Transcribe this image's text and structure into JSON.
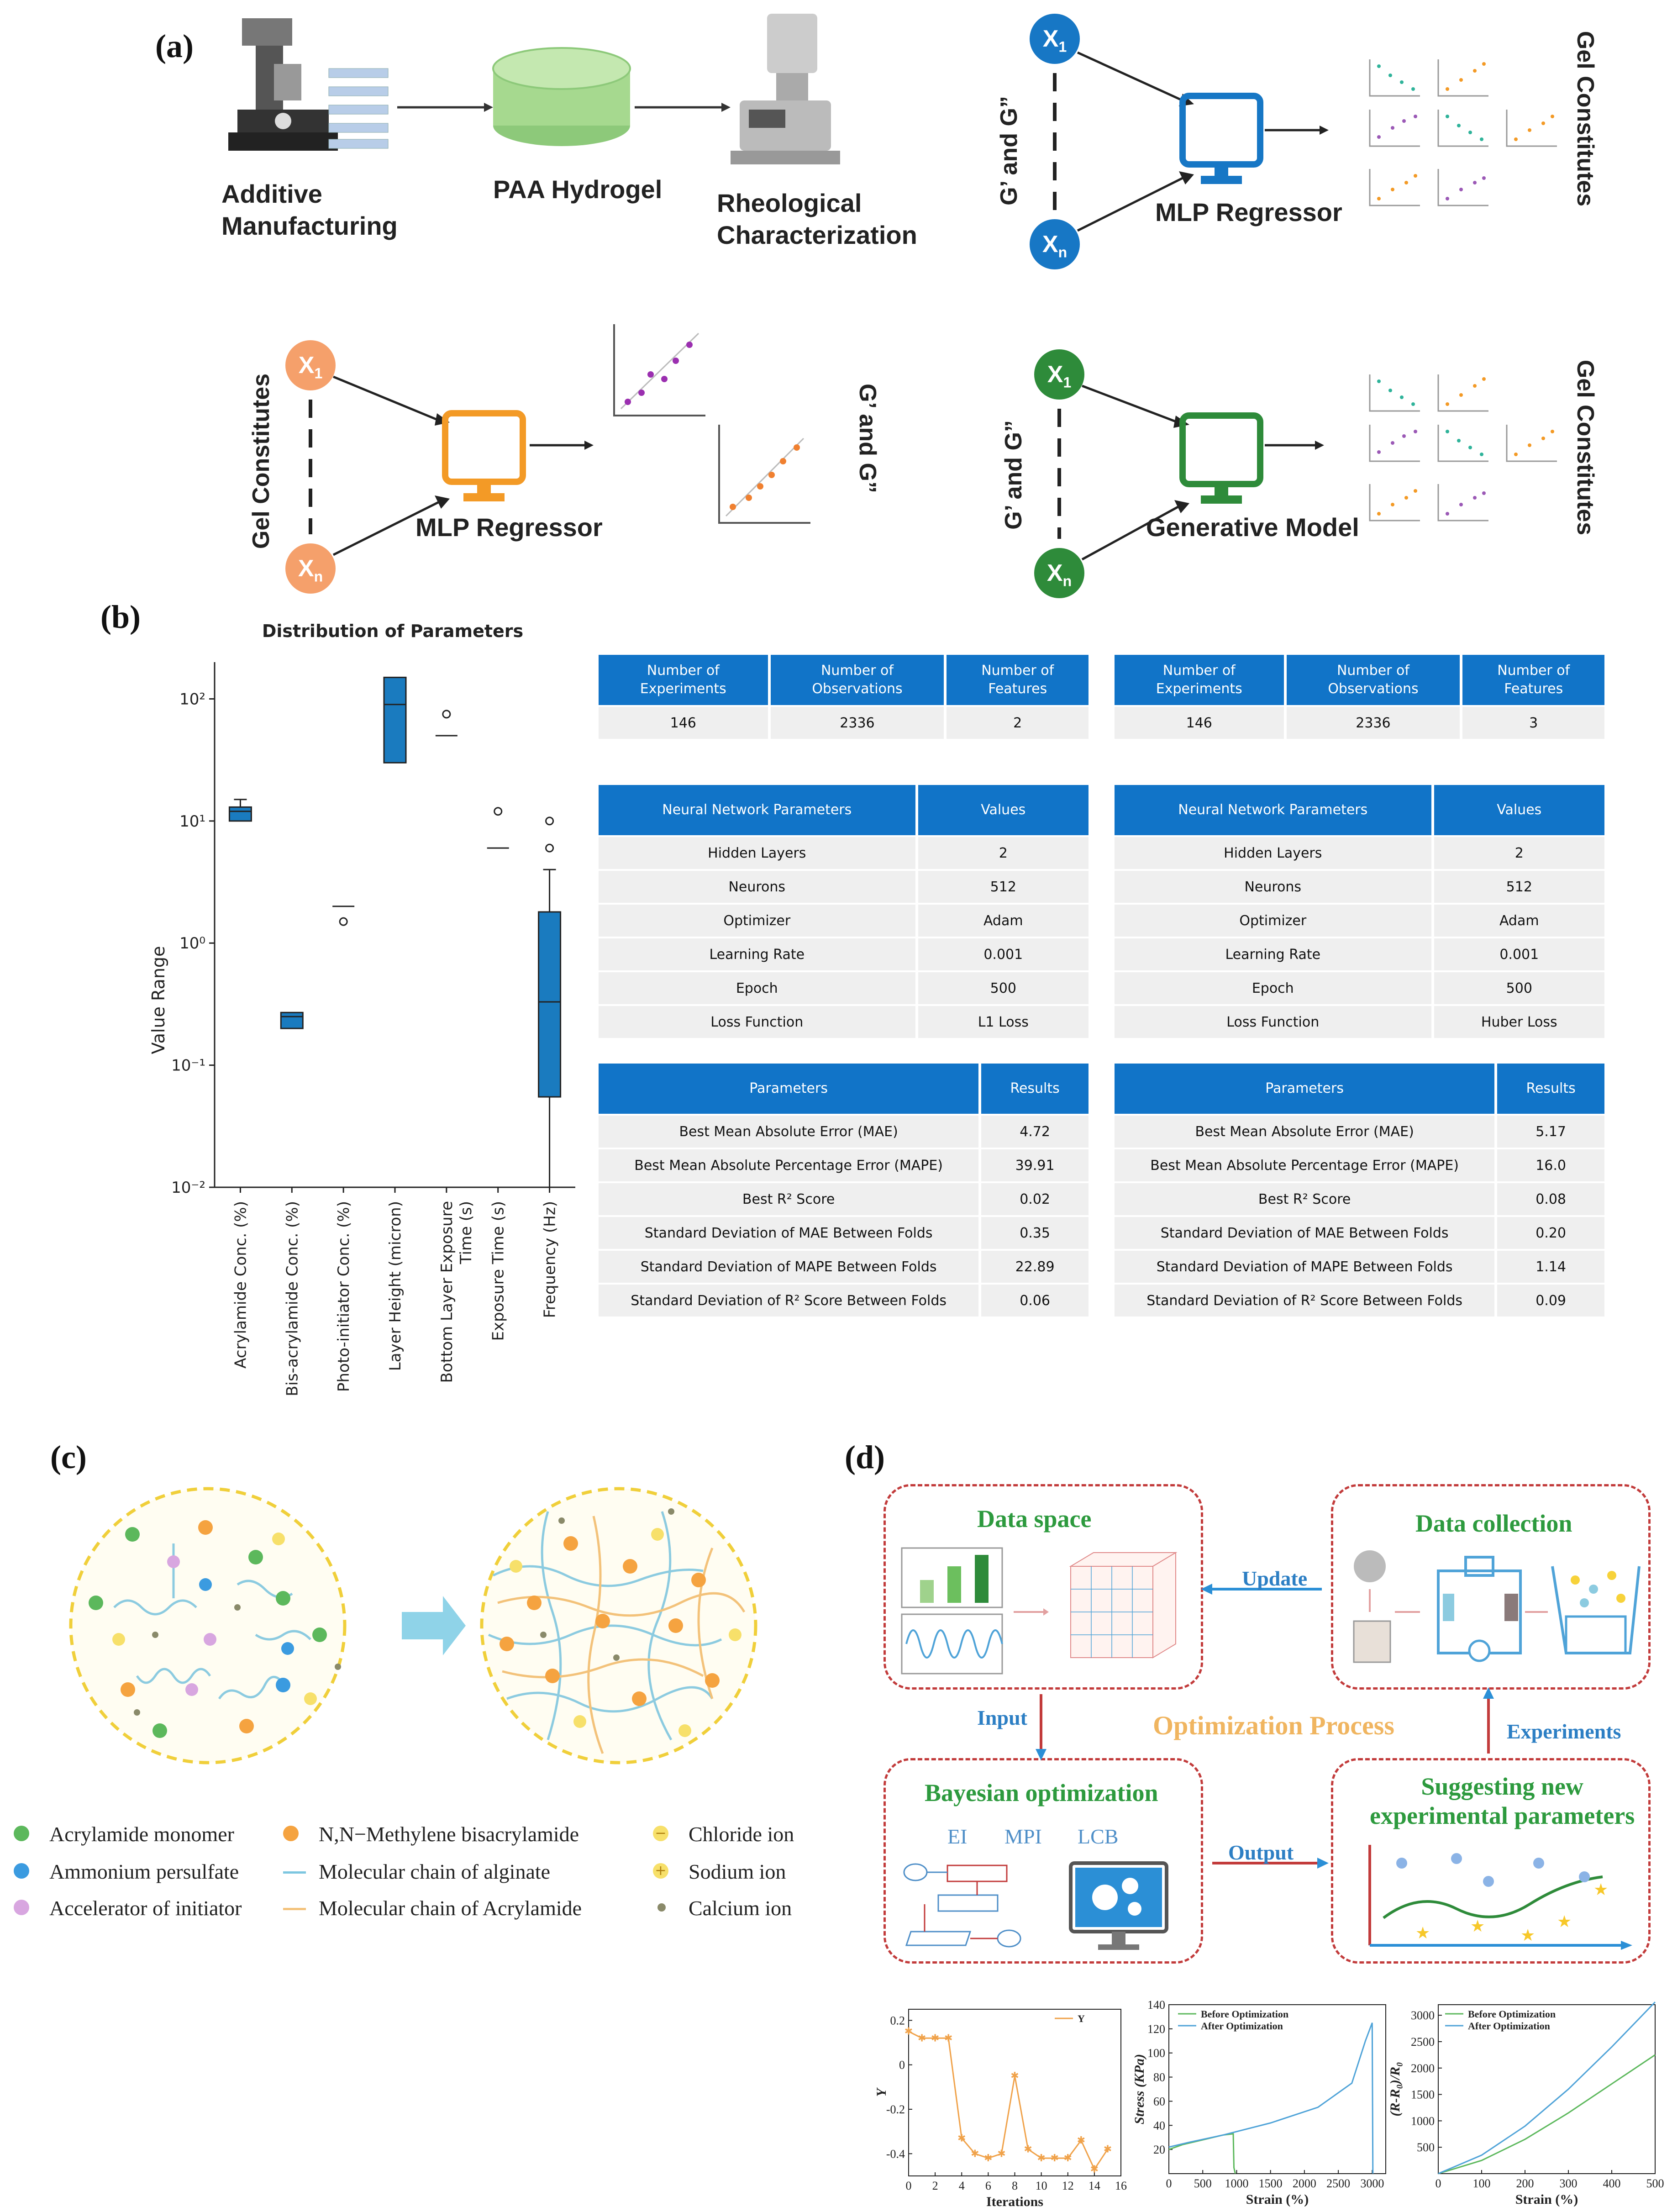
{
  "panels": {
    "a": "(a)",
    "b": "(b)",
    "c": "(c)",
    "d": "(d)"
  },
  "panel_a": {
    "step1": [
      "Additive",
      "Manufacturing"
    ],
    "step2": "PAA Hydrogel",
    "step3": [
      "Rheological",
      "Characterization"
    ],
    "node_top": "X",
    "node_top_sub": "1",
    "node_bottom": "X",
    "node_bottom_sub": "n",
    "g_label": "G’ and G”",
    "gel_label": "Gel Constitutes",
    "mlp_label": "MLP Regressor",
    "gen_label": "Generative Model",
    "colors": {
      "blue": "#1777c5",
      "orange": "#f5a06b",
      "green": "#2e8b3a",
      "monitor_orange": "#f39a26"
    }
  },
  "panel_b": {
    "table1": {
      "headers": [
        "Number of Experiments",
        "Number of Observations",
        "Number of Features"
      ],
      "values": [
        "146",
        "2336",
        "2"
      ]
    },
    "table2": {
      "headers": [
        "Number of Experiments",
        "Number of Observations",
        "Number of Features"
      ],
      "values": [
        "146",
        "2336",
        "3"
      ]
    },
    "nn1": {
      "header": [
        "Neural Network Parameters",
        "Values"
      ],
      "rows": [
        [
          "Hidden Layers",
          "2"
        ],
        [
          "Neurons",
          "512"
        ],
        [
          "Optimizer",
          "Adam"
        ],
        [
          "Learning Rate",
          "0.001"
        ],
        [
          "Epoch",
          "500"
        ],
        [
          "Loss Function",
          "L1 Loss"
        ]
      ]
    },
    "nn2": {
      "header": [
        "Neural Network Parameters",
        "Values"
      ],
      "rows": [
        [
          "Hidden Layers",
          "2"
        ],
        [
          "Neurons",
          "512"
        ],
        [
          "Optimizer",
          "Adam"
        ],
        [
          "Learning Rate",
          "0.001"
        ],
        [
          "Epoch",
          "500"
        ],
        [
          "Loss Function",
          "Huber Loss"
        ]
      ]
    },
    "res1": {
      "header": [
        "Parameters",
        "Results"
      ],
      "rows": [
        [
          "Best Mean Absolute Error (MAE)",
          "4.72"
        ],
        [
          "Best Mean Absolute Percentage Error (MAPE)",
          "39.91"
        ],
        [
          "Best R² Score",
          "0.02"
        ],
        [
          "Standard Deviation of MAE Between Folds",
          "0.35"
        ],
        [
          "Standard Deviation of MAPE Between Folds",
          "22.89"
        ],
        [
          "Standard Deviation of R² Score Between Folds",
          "0.06"
        ]
      ]
    },
    "res2": {
      "header": [
        "Parameters",
        "Results"
      ],
      "rows": [
        [
          "Best Mean Absolute Error (MAE)",
          "5.17"
        ],
        [
          "Best Mean Absolute Percentage Error (MAPE)",
          "16.0"
        ],
        [
          "Best R² Score",
          "0.08"
        ],
        [
          "Standard Deviation of MAE Between Folds",
          "0.20"
        ],
        [
          "Standard Deviation of MAPE Between Folds",
          "1.14"
        ],
        [
          "Standard Deviation of R² Score Between Folds",
          "0.09"
        ]
      ]
    }
  },
  "panel_c": {
    "legend": [
      {
        "label": "Acrylamide monomer",
        "color": "#5cb85c",
        "kind": "dot"
      },
      {
        "label": "Ammonium persulfate",
        "color": "#3b9be0",
        "kind": "dot"
      },
      {
        "label": "Accelerator of initiator",
        "color": "#d8a6e0",
        "kind": "dot"
      },
      {
        "label": "N,N−Methylene bisacrylamide",
        "color": "#f5a340",
        "kind": "dot"
      },
      {
        "label": "Molecular chain of alginate",
        "color": "#7cc6e0",
        "kind": "line"
      },
      {
        "label": "Molecular chain of Acrylamide",
        "color": "#f3c27a",
        "kind": "line"
      },
      {
        "label": "Chloride ion",
        "color": "#f7e06a",
        "kind": "minus"
      },
      {
        "label": "Sodium ion",
        "color": "#f7e06a",
        "kind": "plus"
      },
      {
        "label": "Calcium ion",
        "color": "#8a8a6a",
        "kind": "small"
      }
    ]
  },
  "panel_d": {
    "data_space": "Data space",
    "data_collection": "Data collection",
    "update": "Update",
    "input": "Input",
    "optimization_process": "Optimization Process",
    "experiments": "Experiments",
    "bayesian": "Bayesian optimization",
    "suggesting": [
      "Suggesting new",
      "experimental parameters"
    ],
    "output": "Output",
    "acq": [
      "EI",
      "MPI",
      "LCB"
    ]
  },
  "chart_data": [
    {
      "type": "box",
      "title": "Distribution of Parameters",
      "ylabel": "Value Range",
      "yscale": "log",
      "ylim": [
        0.01,
        200
      ],
      "yticks": [
        "10⁻²",
        "10⁻¹",
        "10⁰",
        "10¹",
        "10²"
      ],
      "categories": [
        "Acrylamide Conc. (%)",
        "Bis-acrylamide Conc. (%)",
        "Photo-initiator Conc. (%)",
        "Layer Height (micron)",
        "Bottom Layer Exposure Time (s)",
        "Exposure Time (s)",
        "Frequency (Hz)"
      ],
      "boxes": [
        {
          "q1": 10,
          "median": 12,
          "q3": 13,
          "wlo": 10,
          "whi": 15,
          "outliers": []
        },
        {
          "q1": 0.2,
          "median": 0.25,
          "q3": 0.27,
          "wlo": 0.2,
          "whi": 0.27,
          "outliers": []
        },
        {
          "q1": 2,
          "median": 2,
          "q3": 2,
          "wlo": 2,
          "whi": 2,
          "outliers": [
            1.5
          ]
        },
        {
          "q1": 30,
          "median": 90,
          "q3": 150,
          "wlo": 30,
          "whi": 150,
          "outliers": []
        },
        {
          "q1": 50,
          "median": 50,
          "q3": 50,
          "wlo": 50,
          "whi": 50,
          "outliers": [
            75
          ]
        },
        {
          "q1": 6,
          "median": 6,
          "q3": 6,
          "wlo": 6,
          "whi": 6,
          "outliers": [
            12
          ]
        },
        {
          "q1": 0.055,
          "median": 0.33,
          "q3": 1.8,
          "wlo": 0.01,
          "whi": 4,
          "outliers": [
            6,
            10
          ]
        }
      ],
      "color": "#1a7bbf"
    },
    {
      "type": "line",
      "xlabel": "Iterations",
      "ylabel": "Y",
      "legend": [
        "Y"
      ],
      "xticks": [
        0,
        2,
        4,
        6,
        8,
        10,
        12,
        14,
        16
      ],
      "yticks": [
        0.2,
        0.0,
        -0.2,
        -0.4
      ],
      "xlim": [
        0,
        16
      ],
      "ylim": [
        -0.5,
        0.25
      ],
      "x": [
        0,
        1,
        2,
        3,
        4,
        5,
        6,
        7,
        8,
        9,
        10,
        11,
        12,
        13,
        14,
        15
      ],
      "values": [
        0.15,
        0.12,
        0.12,
        0.12,
        -0.33,
        -0.4,
        -0.42,
        -0.4,
        -0.05,
        -0.38,
        -0.42,
        -0.42,
        -0.42,
        -0.34,
        -0.47,
        -0.38
      ],
      "color": "#f0a24a"
    },
    {
      "type": "line",
      "xlabel": "Strain (%)",
      "ylabel": "Stress (KPa)",
      "xticks": [
        0,
        500,
        1000,
        1500,
        2000,
        2500,
        3000
      ],
      "yticks": [
        20,
        40,
        60,
        80,
        100,
        120,
        140
      ],
      "xlim": [
        0,
        3200
      ],
      "ylim": [
        0,
        140
      ],
      "series": [
        {
          "name": "Before Optimization",
          "color": "#5cb85c",
          "x": [
            0,
            200,
            500,
            800,
            950,
            960,
            980
          ],
          "y": [
            20,
            24,
            28,
            32,
            33,
            5,
            0
          ]
        },
        {
          "name": "After Optimization",
          "color": "#4fa3d8",
          "x": [
            0,
            300,
            800,
            1500,
            2200,
            2700,
            2900,
            3000,
            3010
          ],
          "y": [
            22,
            26,
            32,
            42,
            55,
            75,
            110,
            125,
            0
          ]
        }
      ]
    },
    {
      "type": "line",
      "xlabel": "Strain (%)",
      "ylabel": "(R-R₀)/R₀",
      "xticks": [
        0,
        100,
        200,
        300,
        400,
        500
      ],
      "yticks": [
        500,
        1000,
        1500,
        2000,
        2500,
        3000
      ],
      "xlim": [
        0,
        500
      ],
      "ylim": [
        0,
        3200
      ],
      "series": [
        {
          "name": "Before Optimization",
          "color": "#5cb85c",
          "x": [
            0,
            100,
            200,
            300,
            400,
            500
          ],
          "y": [
            0,
            250,
            650,
            1150,
            1700,
            2250
          ]
        },
        {
          "name": "After Optimization",
          "color": "#4fa3d8",
          "x": [
            0,
            100,
            200,
            300,
            400,
            500
          ],
          "y": [
            0,
            350,
            900,
            1600,
            2400,
            3250
          ]
        }
      ]
    }
  ]
}
